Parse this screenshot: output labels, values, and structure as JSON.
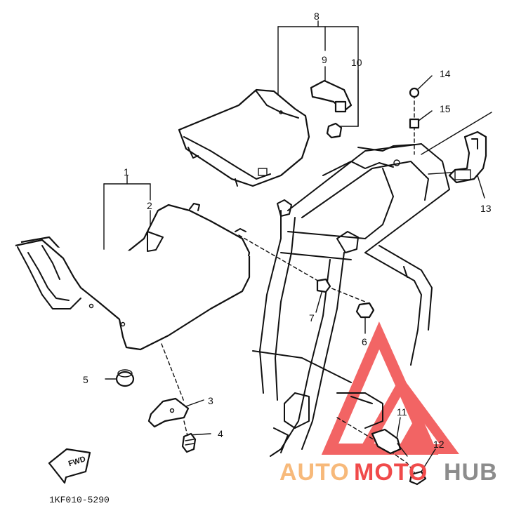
{
  "callouts": {
    "c1": "1",
    "c2": "2",
    "c3": "3",
    "c4": "4",
    "c5": "5",
    "c6": "6",
    "c7": "7",
    "c8": "8",
    "c9": "9",
    "c10": "10",
    "c11": "11",
    "c12": "12",
    "c13": "13",
    "c14": "14",
    "c15": "15"
  },
  "fwd_label": "FWD",
  "diagram_code": "1KF010-5290",
  "watermark": {
    "part1": "AUTO",
    "part2": "MOTO",
    "part3": "HUB",
    "color_orange": "#f7b97a",
    "color_red": "#f04a4a",
    "color_gray": "#8c8c8c"
  }
}
